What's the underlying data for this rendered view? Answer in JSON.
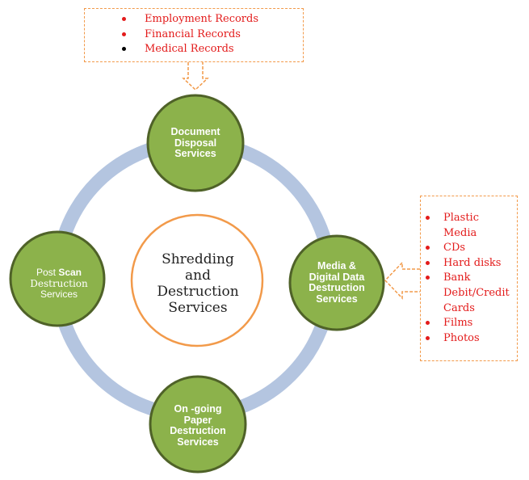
{
  "center": {
    "title": "Shredding\nand\nDestruction\nServices"
  },
  "nodes": {
    "top": {
      "label": "Document\nDisposal\nServices"
    },
    "right": {
      "label": "Media &\nDigital Data\nDestruction\nServices"
    },
    "bottom": {
      "label": "On -going\nPaper\nDestruction\nServices"
    },
    "left": {
      "line1_a": "Post ",
      "line1_b": "Scan",
      "line2": "Destruction",
      "line3": "Services"
    }
  },
  "top_callout": {
    "items": [
      "Employment Records",
      "Financial Records",
      "Medical Records"
    ]
  },
  "right_callout": {
    "items": [
      "Plastic Media",
      "CDs",
      "Hard disks",
      "Bank Debit/Credit Cards",
      "Films",
      "Photos"
    ]
  },
  "colors": {
    "node_fill": "#8cb24b",
    "node_border": "#4f6228",
    "ring": "#b4c5e0",
    "center_border": "#f29a4a",
    "callout_border": "#f29a4a",
    "list_text": "#e31b1b"
  }
}
